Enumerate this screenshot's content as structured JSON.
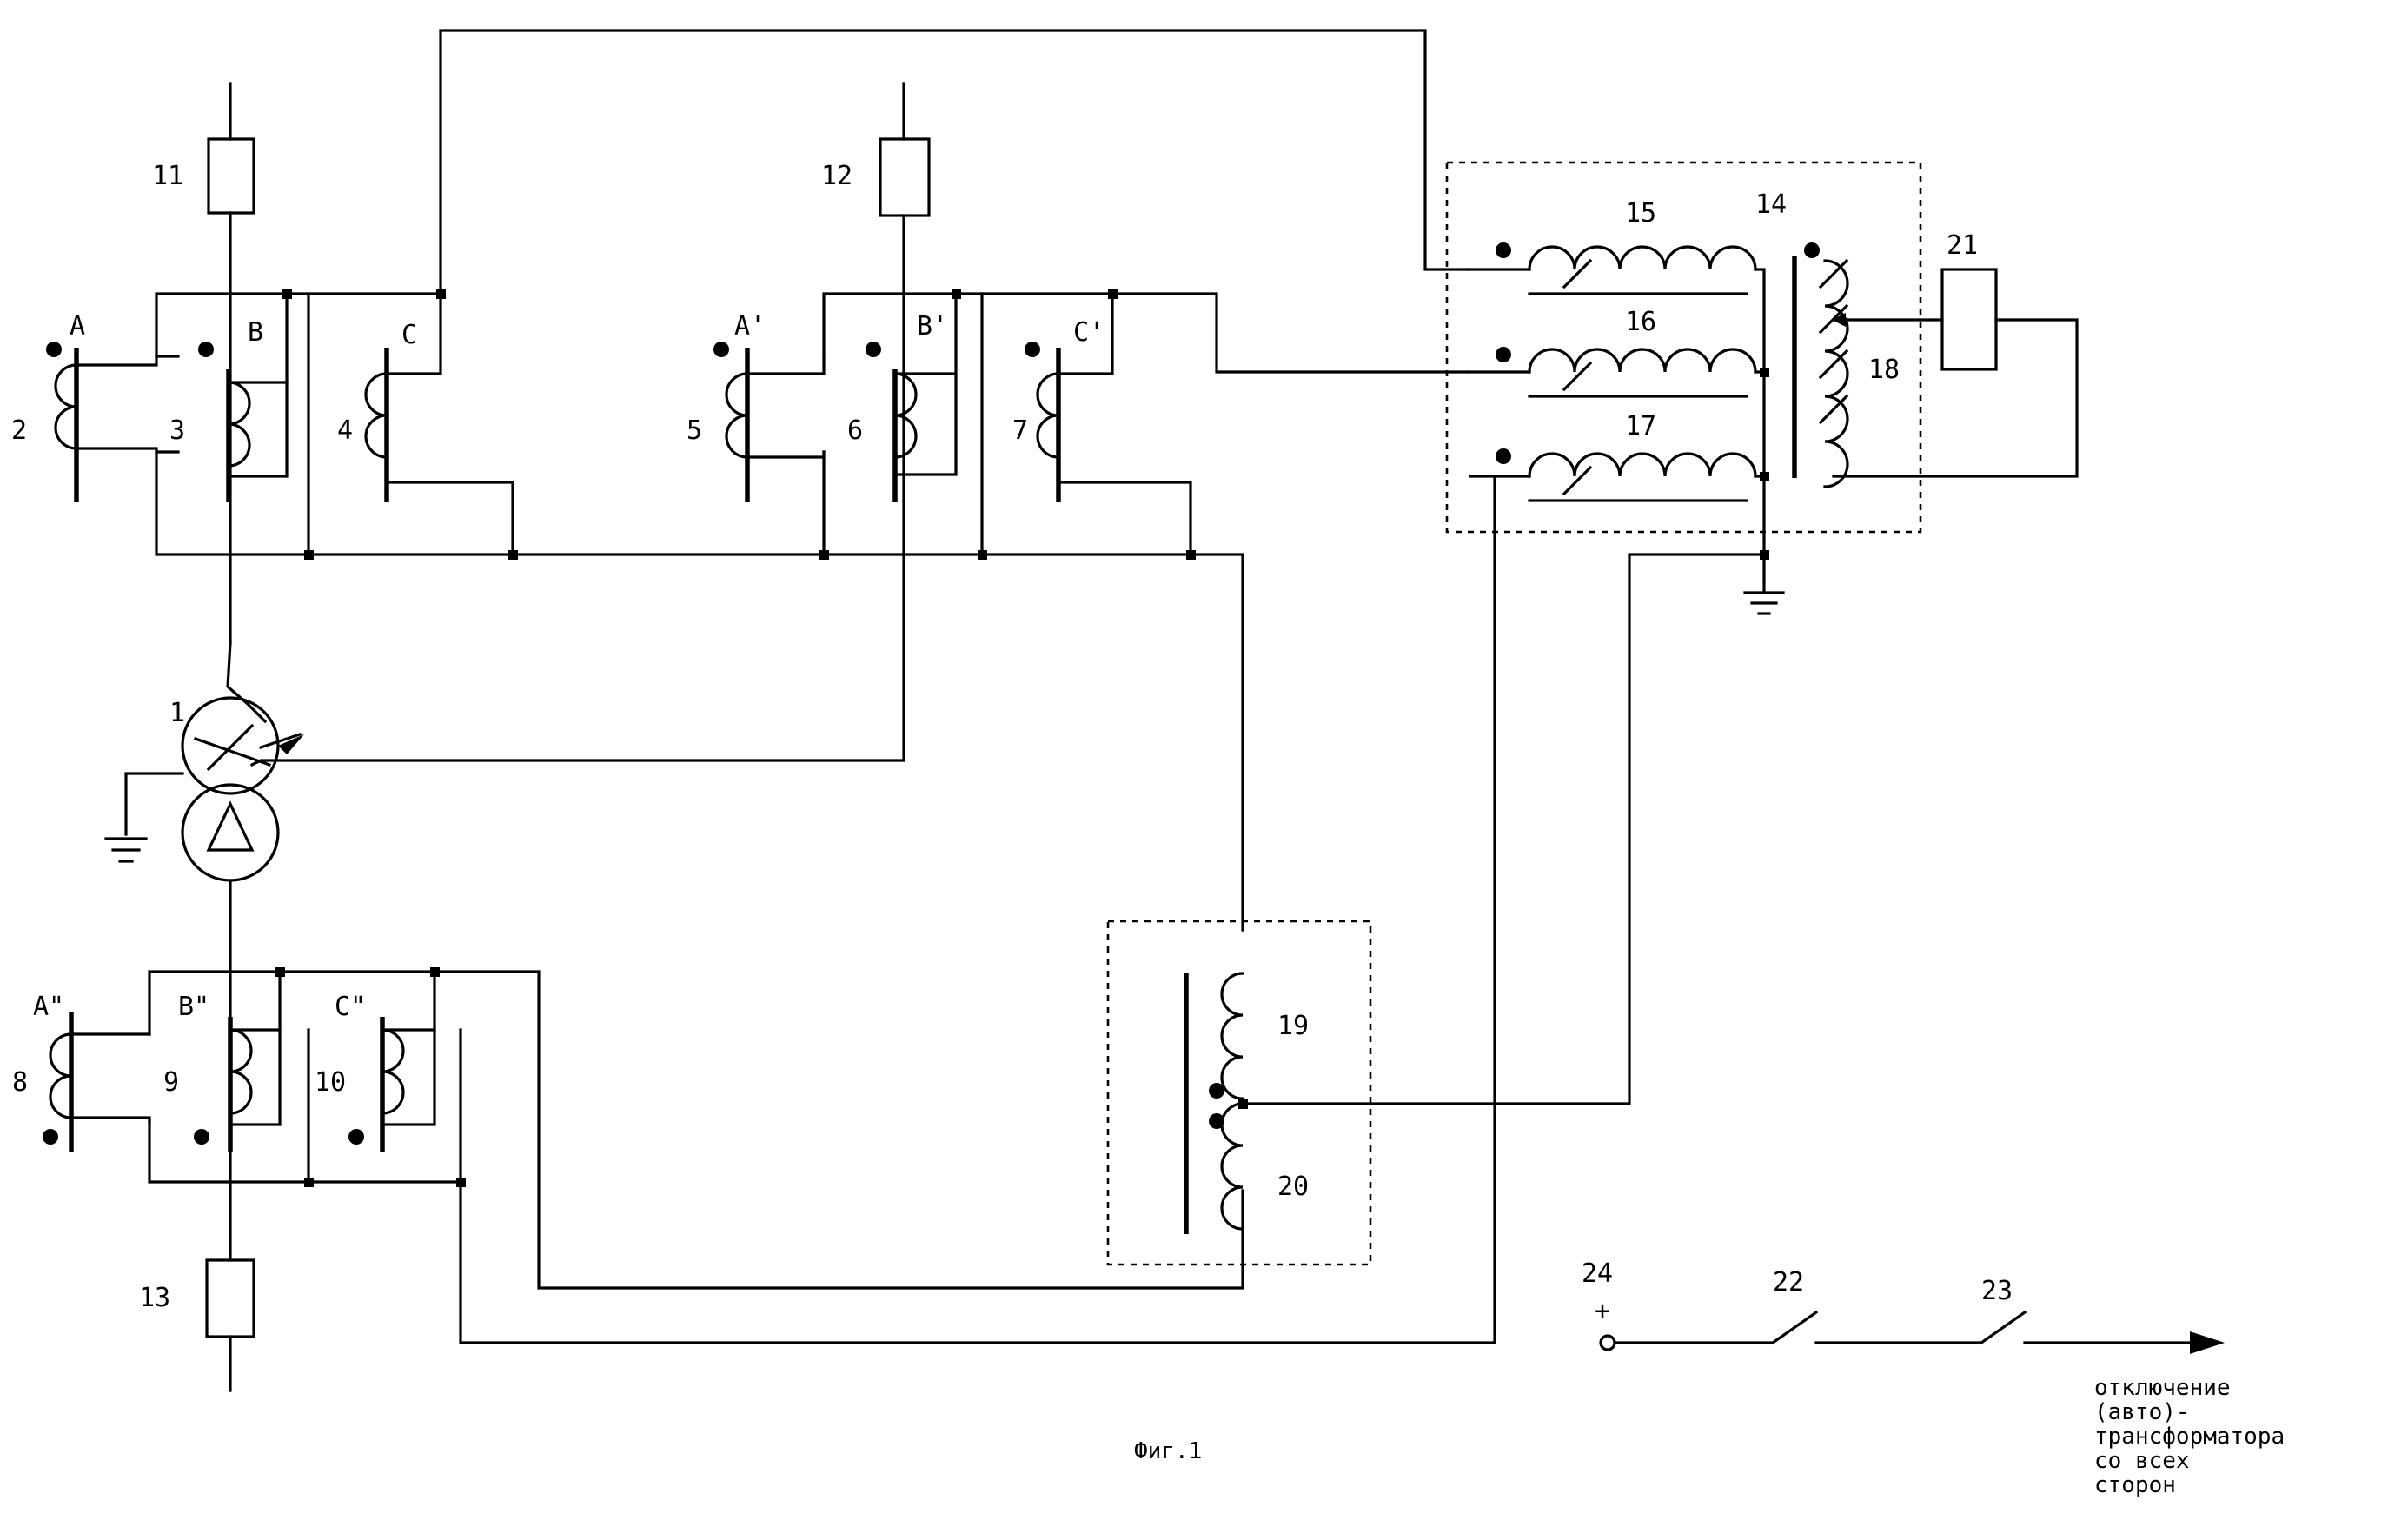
{
  "diagram": {
    "numbers": {
      "n1": "1",
      "n2": "2",
      "n3": "3",
      "n4": "4",
      "n5": "5",
      "n6": "6",
      "n7": "7",
      "n8": "8",
      "n9": "9",
      "n10": "10",
      "n11": "11",
      "n12": "12",
      "n13": "13",
      "n14": "14",
      "n15": "15",
      "n16": "16",
      "n17": "17",
      "n18": "18",
      "n19": "19",
      "n20": "20",
      "n21": "21",
      "n22": "22",
      "n23": "23",
      "n24": "24"
    },
    "phases": {
      "a": "A",
      "b": "B",
      "c": "C",
      "a1": "A'",
      "b1": "B'",
      "c1": "C'",
      "a2": "A\"",
      "b2": "B\"",
      "c2": "C\""
    },
    "plus_sign": "+",
    "figure_caption": "Фиг.1",
    "output_text": [
      "отключение",
      "(авто)-",
      "трансформатора",
      "со всех",
      "сторон"
    ]
  }
}
